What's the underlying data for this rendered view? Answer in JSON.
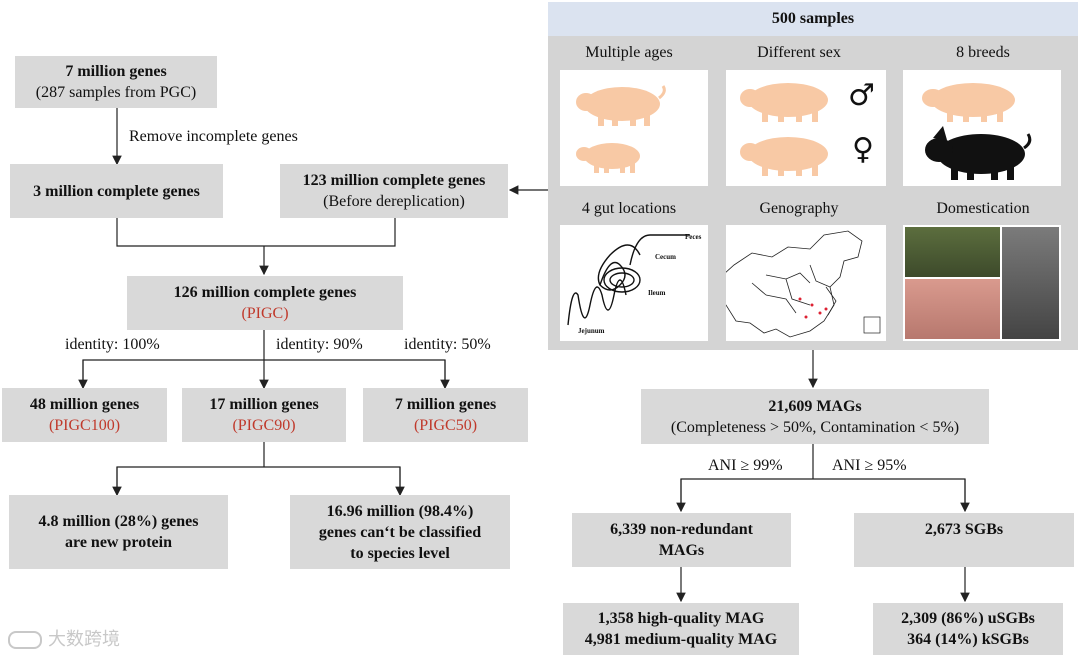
{
  "left": {
    "b1": {
      "line1": "7 million genes",
      "line2": "(287 samples from PGC)"
    },
    "remove_label": "Remove incomplete genes",
    "b2": {
      "line1": "3 million complete genes"
    },
    "b3": {
      "line1": "123 million complete genes",
      "line2": "(Before dereplication)"
    },
    "b4": {
      "line1": "126 million complete genes",
      "line2": "(PIGC)"
    },
    "identity": [
      "identity: 100%",
      "identity: 90%",
      "identity: 50%"
    ],
    "b5": {
      "line1": "48 million genes",
      "line2": "(PIGC100)"
    },
    "b6": {
      "line1": "17 million genes",
      "line2": "(PIGC90)"
    },
    "b7": {
      "line1": "7 million genes",
      "line2": "(PIGC50)"
    },
    "b8": {
      "line1": "4.8 million (28%) genes",
      "line2": "are new protein"
    },
    "b9": {
      "line1": "16.96 million (98.4%)",
      "line2": "genes can‘t be classified",
      "line3": "to species level"
    }
  },
  "right": {
    "title": "500 samples",
    "panels": [
      "Multiple ages",
      "Different sex",
      "8 breeds",
      "4 gut locations",
      "Genography",
      "Domestication"
    ],
    "symbols": {
      "male": "♂",
      "female": "♀"
    },
    "gut_labels": [
      "Feces",
      "Cecum",
      "Ileum",
      "Jejunum"
    ],
    "mags": {
      "line1": "21,609 MAGs",
      "line2": "(Completeness > 50%, Contamination < 5%)"
    },
    "ani": [
      "ANI ≥ 99%",
      "ANI ≥ 95%"
    ],
    "nr": {
      "line1": "6,339 non-redundant",
      "line2": "MAGs"
    },
    "sgb": {
      "line1": "2,673 SGBs"
    },
    "quality": {
      "line1": "1,358 high-quality MAG",
      "line2": "4,981 medium-quality MAG"
    },
    "usgb": {
      "line1": "2,309 (86%) uSGBs",
      "line2": "364 (14%) kSGBs"
    }
  },
  "watermark": "大数跨境",
  "colors": {
    "box": "#d9d9d9",
    "header": "#dbe3f0",
    "pig_light": "#f8c9a5",
    "red_text": "#c0392b"
  }
}
